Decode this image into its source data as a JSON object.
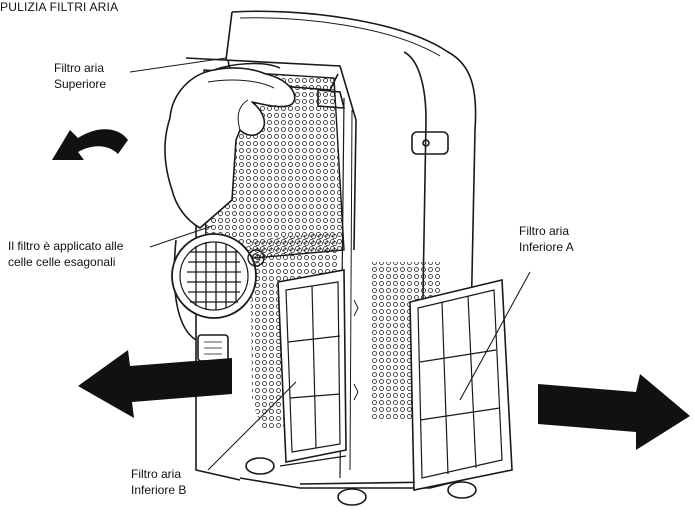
{
  "title": "PULIZIA FILTRI ARIA",
  "labels": {
    "upper_filter": [
      "Filtro aria",
      "Superiore"
    ],
    "hex_cells": [
      "Il filtro è applicato alle",
      "celle celle esagonali"
    ],
    "lower_filter_a": [
      "Filtro aria",
      "Inferiore A"
    ],
    "lower_filter_b": [
      "Filtro aria",
      "Inferiore B"
    ]
  },
  "colors": {
    "line": "#1a1a1a",
    "arrow": "#111111",
    "background": "#ffffff"
  }
}
